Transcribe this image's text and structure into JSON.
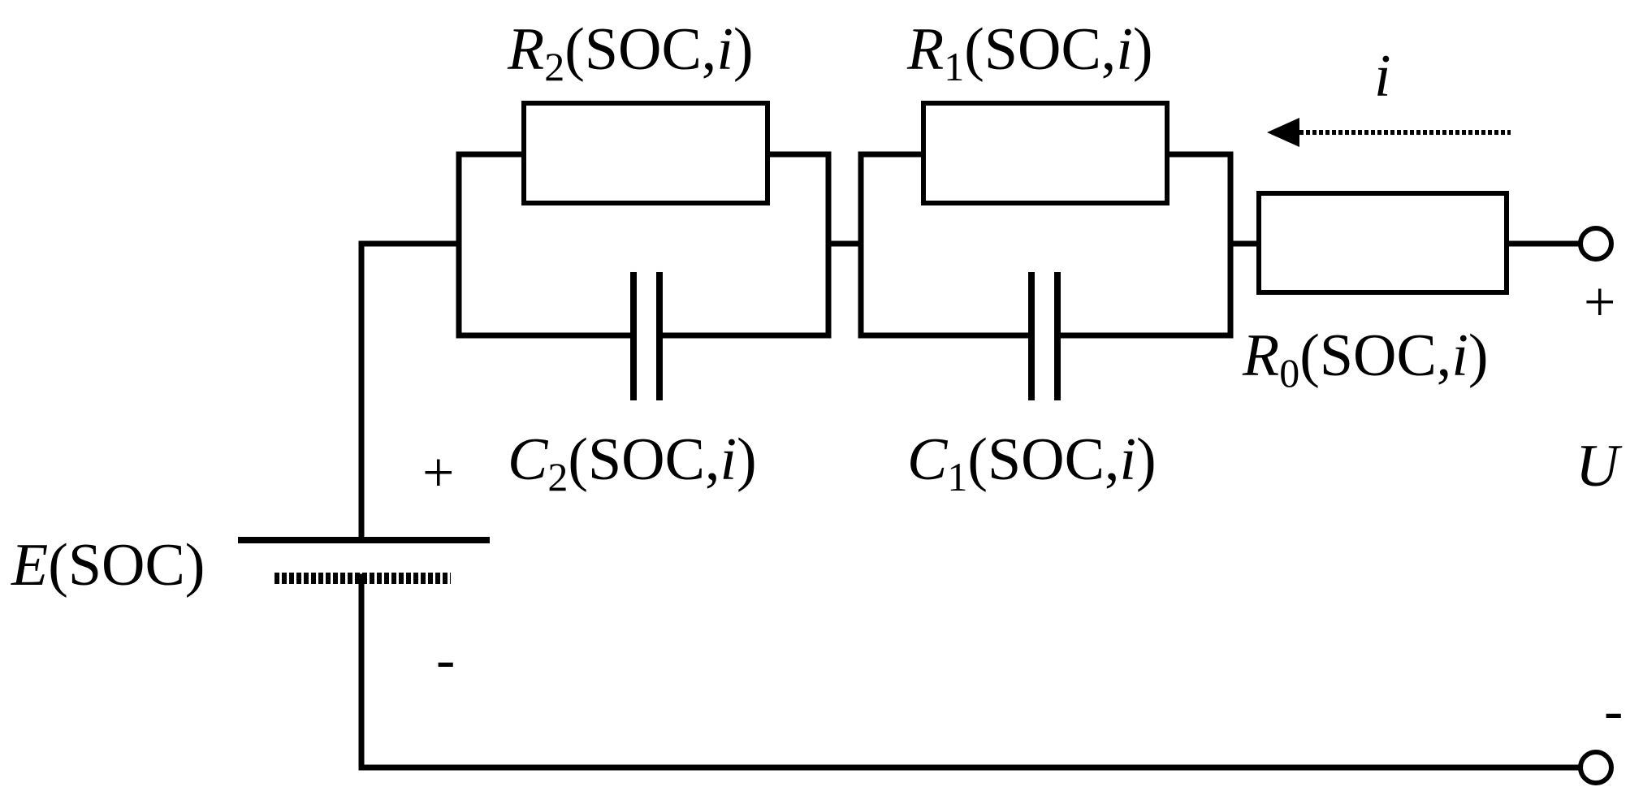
{
  "labels": {
    "r2": {
      "sym": "R",
      "sub": "2",
      "args": "(SOC,",
      "var": "i",
      "close": ")"
    },
    "r1": {
      "sym": "R",
      "sub": "1",
      "args": "(SOC,",
      "var": "i",
      "close": ")"
    },
    "r0": {
      "sym": "R",
      "sub": "0",
      "args": "(SOC,",
      "var": "i",
      "close": ")"
    },
    "c2": {
      "sym": "C",
      "sub": "2",
      "args": "(SOC,",
      "var": "i",
      "close": ")"
    },
    "c1": {
      "sym": "C",
      "sub": "1",
      "args": "(SOC,",
      "var": "i",
      "close": ")"
    },
    "e": {
      "sym": "E",
      "args": "(SOC)"
    },
    "current": "i",
    "voltage": "U"
  },
  "signs": {
    "battery_plus": "+",
    "battery_minus": "-",
    "terminal_plus": "+",
    "terminal_minus": "-"
  }
}
